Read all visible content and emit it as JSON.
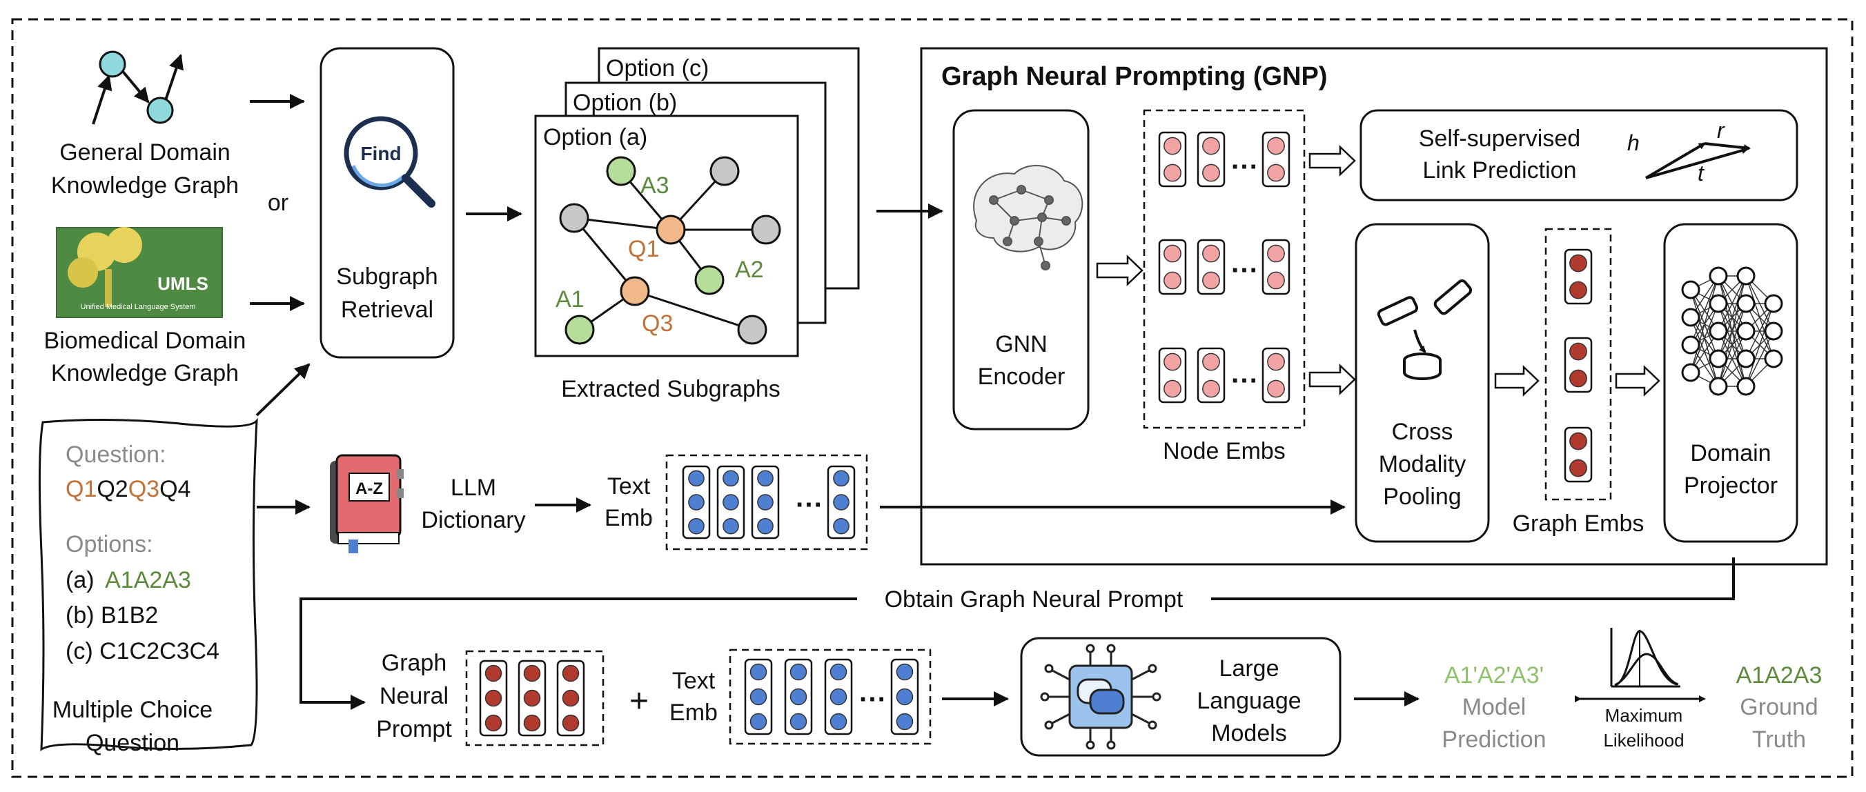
{
  "inputs": {
    "general_kg_label_line1": "General Domain",
    "general_kg_label_line2": "Knowledge Graph",
    "or_label": "or",
    "umls_logo_text": "UMLS",
    "umls_logo_subtext": "Unified Medical Language System",
    "biomedical_kg_label_line1": "Biomedical Domain",
    "biomedical_kg_label_line2": "Knowledge Graph"
  },
  "retrieval": {
    "find_icon_text": "Find",
    "label_line1": "Subgraph",
    "label_line2": "Retrieval"
  },
  "subgraphs": {
    "option_c": "Option (c)",
    "option_b": "Option (b)",
    "option_a": "Option (a)",
    "node_a3": "A3",
    "node_q1": "Q1",
    "node_a2": "A2",
    "node_a1": "A1",
    "node_q3": "Q3",
    "caption": "Extracted Subgraphs"
  },
  "question": {
    "question_label": "Question:",
    "q_parts": [
      "Q1",
      "Q2",
      "Q3",
      "Q4"
    ],
    "options_label": "Options:",
    "option_a_prefix": "(a) ",
    "option_a_value": "A1A2A3",
    "option_b": "(b) B1B2",
    "option_c": "(c) C1C2C3C4",
    "caption_line1": "Multiple Choice",
    "caption_line2": "Question"
  },
  "dictionary": {
    "book_label": "A-Z",
    "label_line1": "LLM",
    "label_line2": "Dictionary",
    "text_emb_line1": "Text",
    "text_emb_line2": "Emb",
    "ellipsis": "···"
  },
  "gnp": {
    "title": "Graph Neural Prompting (GNP)",
    "gnn_line1": "GNN",
    "gnn_line2": "Encoder",
    "node_embs": "Node Embs",
    "ellipsis": "···",
    "link_pred_line1": "Self-supervised",
    "link_pred_line2": "Link Prediction",
    "vec_h": "h",
    "vec_r": "r",
    "vec_t": "t",
    "pooling_line1": "Cross",
    "pooling_line2": "Modality",
    "pooling_line3": "Pooling",
    "graph_embs": "Graph Embs",
    "projector_line1": "Domain",
    "projector_line2": "Projector"
  },
  "bottom": {
    "obtain_label": "Obtain Graph Neural Prompt",
    "gnp_line1": "Graph",
    "gnp_line2": "Neural",
    "gnp_line3": "Prompt",
    "plus": "+",
    "text_emb_line1": "Text",
    "text_emb_line2": "Emb",
    "ellipsis": "···",
    "llm_line1": "Large",
    "llm_line2": "Language",
    "llm_line3": "Models",
    "pred_value": "A1'A2'A3'",
    "pred_line1": "Model",
    "pred_line2": "Prediction",
    "ml_line1": "Maximum",
    "ml_line2": "Likelihood",
    "gt_value": "A1A2A3",
    "gt_line1": "Ground",
    "gt_line2": "Truth"
  },
  "colors": {
    "question_orange": "#c0723a",
    "answer_green": "#5b8a3c",
    "node_red": "#f2a3a3",
    "node_darkred": "#b03a2e",
    "node_blue": "#4f7fd0",
    "faded_gray": "#8a8a8a",
    "light_green": "#8dc26a"
  }
}
